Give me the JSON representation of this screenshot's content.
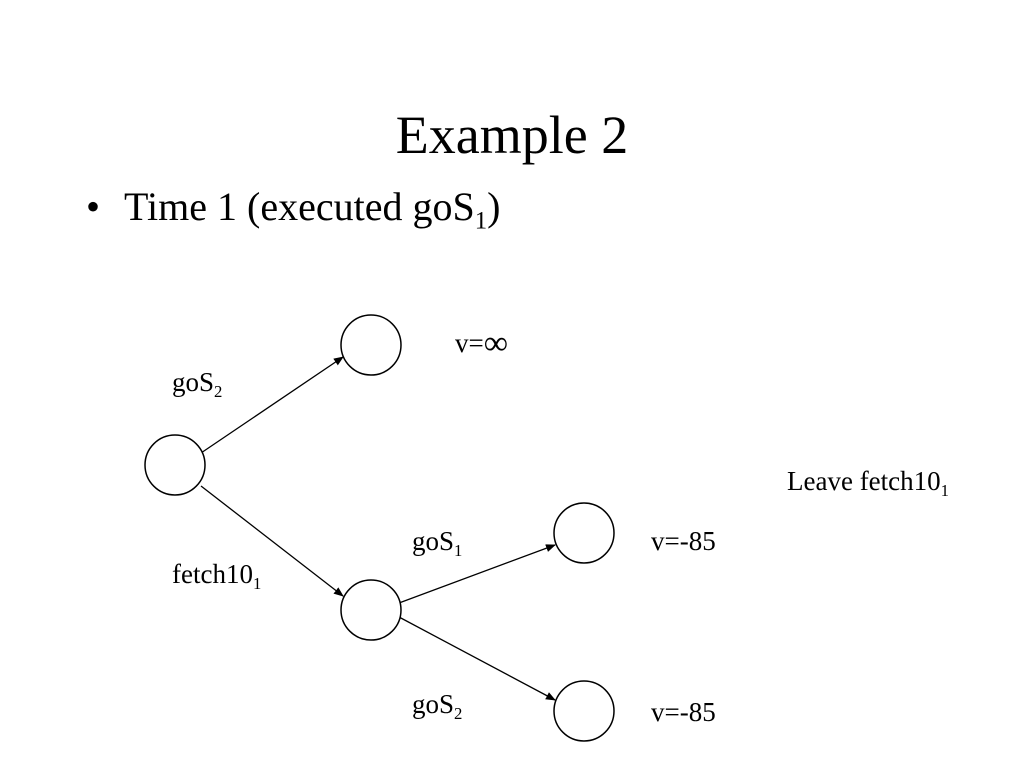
{
  "slide": {
    "title": "Example 2",
    "bullet": {
      "text": "Time 1 (executed goS",
      "sub": "1",
      "end": ")"
    }
  },
  "tree": {
    "nodes": [
      {
        "id": "root",
        "name": "root-node"
      },
      {
        "id": "top",
        "name": "gos2-child-node"
      },
      {
        "id": "mid",
        "name": "fetch10-child-node"
      },
      {
        "id": "g1",
        "name": "gos1-leaf-node"
      },
      {
        "id": "g2",
        "name": "gos2-leaf-node"
      }
    ],
    "edges": [
      {
        "from": "root",
        "to": "top",
        "label": {
          "base": "goS",
          "sub": "2"
        }
      },
      {
        "from": "root",
        "to": "mid",
        "label": {
          "base": "fetch10",
          "sub": "1"
        }
      },
      {
        "from": "mid",
        "to": "g1",
        "label": {
          "base": "goS",
          "sub": "1"
        }
      },
      {
        "from": "mid",
        "to": "g2",
        "label": {
          "base": "goS",
          "sub": "2"
        }
      }
    ],
    "values": {
      "top": {
        "prefix": "v=",
        "symbol": "∞"
      },
      "g1": "v=-85",
      "g2": "v=-85"
    },
    "decision": {
      "base": "Leave fetch10",
      "sub": "1"
    }
  }
}
